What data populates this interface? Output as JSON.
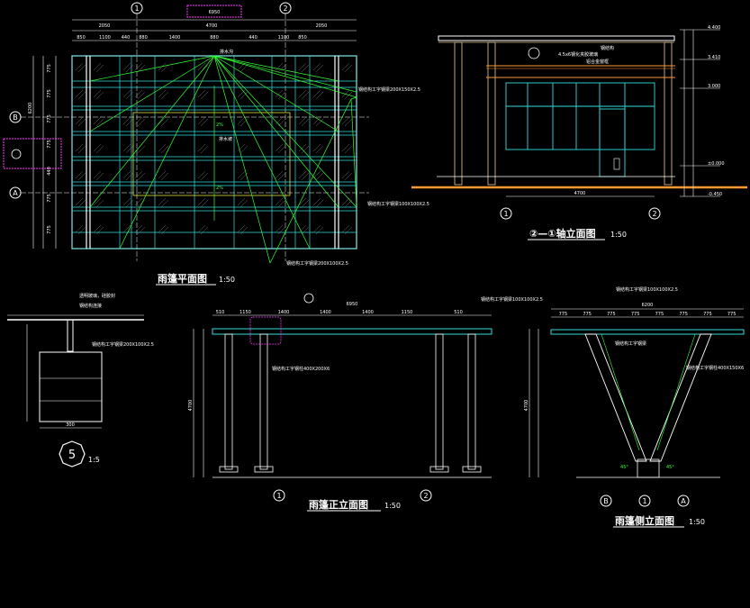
{
  "colors": {
    "background": "#000000",
    "white": "#ffffff",
    "green": "#33ff33",
    "cyan": "#33dddd",
    "yellow": "#ffff44",
    "magenta": "#ff33ff",
    "orange": "#ff9933",
    "brown": "#d2b48c"
  },
  "plan": {
    "title": "雨篷平面图",
    "scale": "1:50",
    "top_dim": "6950",
    "mid_dim": "4700",
    "dims_top_left": "2050",
    "dims_top_right": "2050",
    "row_dims": [
      "850",
      "1100",
      "440",
      "880",
      "1400",
      "880",
      "440",
      "1100",
      "850"
    ],
    "axis_1": "1",
    "axis_2": "2",
    "axis_A": "A",
    "axis_B": "B",
    "slope_1": "2%",
    "slope_2": "2%",
    "note_drain": "排水沟",
    "note_center": "排水坡",
    "note_beam_1": "钢结构工字钢梁200X150X2.5",
    "note_beam_2": "钢结构工字钢梁100X100X2.5",
    "note_beam_3": "钢结构工字钢梁200X100X2.5",
    "left_dims": [
      "775",
      "775",
      "775",
      "775",
      "440",
      "775",
      "775"
    ],
    "left_total": "6200"
  },
  "elevation_axis": {
    "title": "②—①轴立面图",
    "scale": "1:50",
    "levels": [
      "4.400",
      "3.410",
      "3.000",
      "±0.000",
      "-0.450"
    ],
    "width_dim": "4700",
    "axis_1": "1",
    "axis_2": "2",
    "note_1": "4.5x6钢化夹胶玻璃",
    "note_2": "钢结构",
    "note_3": "铝合金窗框"
  },
  "detail5": {
    "number": "5",
    "scale": "1:5",
    "note_1": "透明玻璃，硅胶封",
    "note_2": "钢结构连接",
    "note_3": "钢结构工字钢梁200X100X2.5",
    "dim_bottom": "300"
  },
  "front_elev": {
    "title": "雨篷正立面图",
    "scale": "1:50",
    "dims": [
      "510",
      "1150",
      "1400",
      "1400",
      "1400",
      "1150",
      "510"
    ],
    "total": "6950",
    "note_1": "钢结构工字钢梁100X100X2.5",
    "note_2": "钢结构工字钢柱400X200X6",
    "height_dim": "4700",
    "axis_1": "1",
    "axis_2": "2"
  },
  "side_elev": {
    "title": "雨篷侧立面图",
    "scale": "1:50",
    "dims": [
      "775",
      "775",
      "775",
      "775",
      "775",
      "775",
      "775",
      "775"
    ],
    "total": "6200",
    "note_1": "钢结构工字钢梁100X100X2.5",
    "note_2": "钢结构工字钢梁",
    "note_3": "钢结构工字钢柱400X150X6",
    "height_dim": "4700",
    "angle_1": "45°",
    "angle_2": "45°",
    "axis_B": "B",
    "axis_1": "1",
    "axis_A": "A"
  }
}
